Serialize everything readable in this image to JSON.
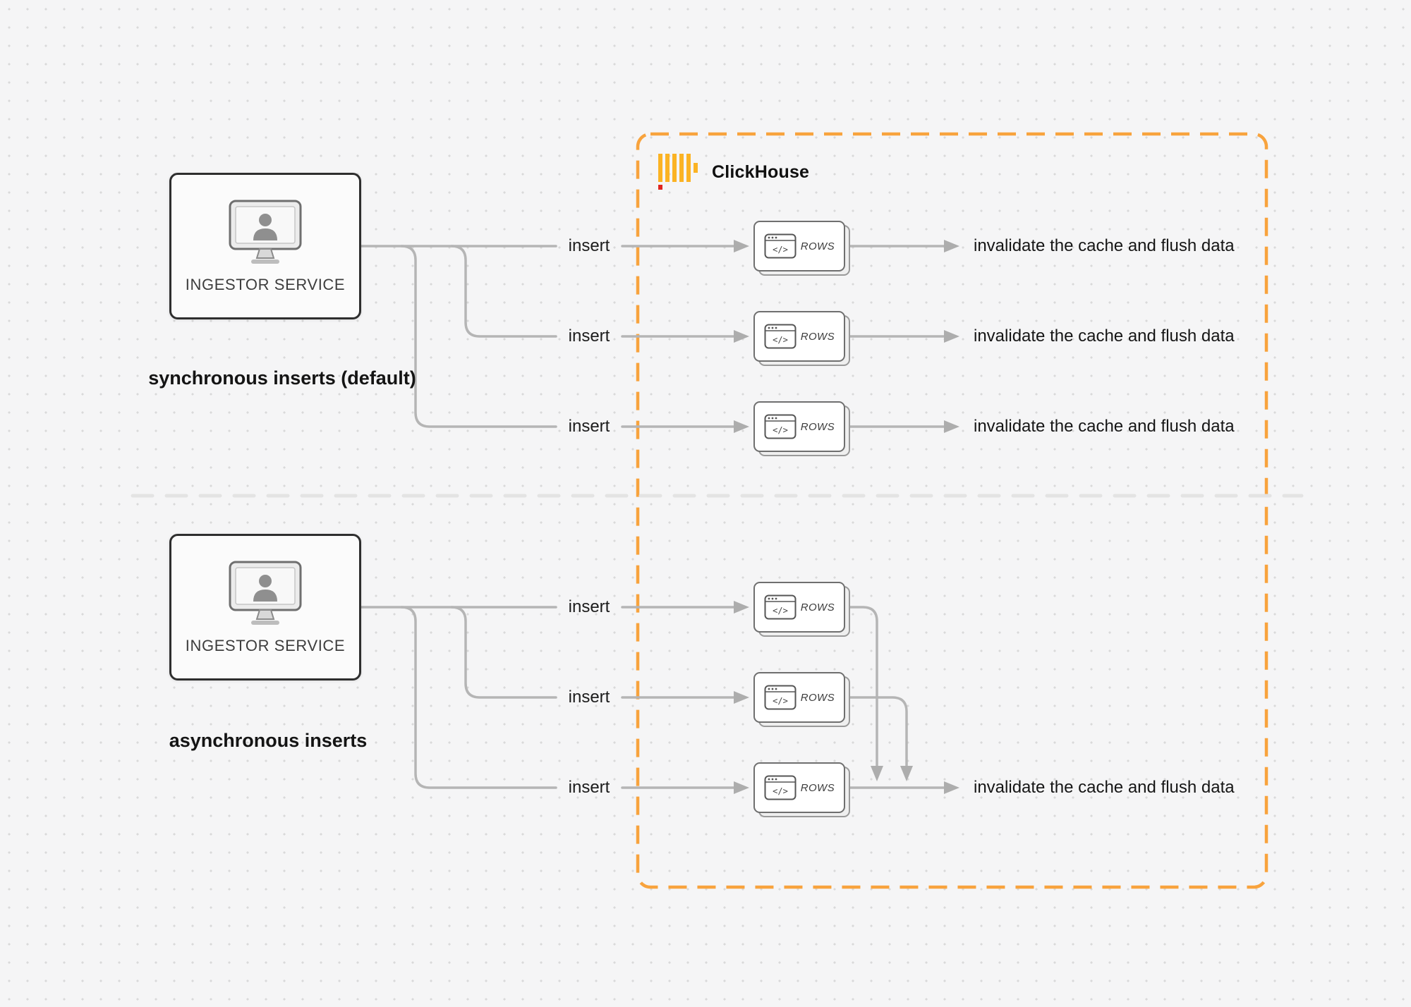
{
  "canvas": {
    "background": "#f5f5f6",
    "dot_color": "#d9d9d9",
    "connector_color": "#b5b5b5",
    "divider_color": "#e3e3e3"
  },
  "clickhouse_box": {
    "label": "ClickHouse",
    "border_color": "#F8A33D",
    "logo_bar_color": "#FBB324",
    "logo_accent_color": "#E0251F"
  },
  "sync_section": {
    "caption": "synchronous inserts (default)",
    "service_label": "INGESTOR SERVICE",
    "rows": [
      {
        "insert_label": "insert",
        "card_label": "ROWS",
        "result_label": "invalidate the cache and flush data"
      },
      {
        "insert_label": "insert",
        "card_label": "ROWS",
        "result_label": "invalidate the cache and flush data"
      },
      {
        "insert_label": "insert",
        "card_label": "ROWS",
        "result_label": "invalidate the cache and flush data"
      }
    ]
  },
  "async_section": {
    "caption": "asynchronous inserts",
    "service_label": "INGESTOR SERVICE",
    "rows": [
      {
        "insert_label": "insert",
        "card_label": "ROWS"
      },
      {
        "insert_label": "insert",
        "card_label": "ROWS"
      },
      {
        "insert_label": "insert",
        "card_label": "ROWS"
      }
    ],
    "result_label": "invalidate the cache and flush data"
  },
  "card_icon": {
    "code_glyph": "</>"
  }
}
